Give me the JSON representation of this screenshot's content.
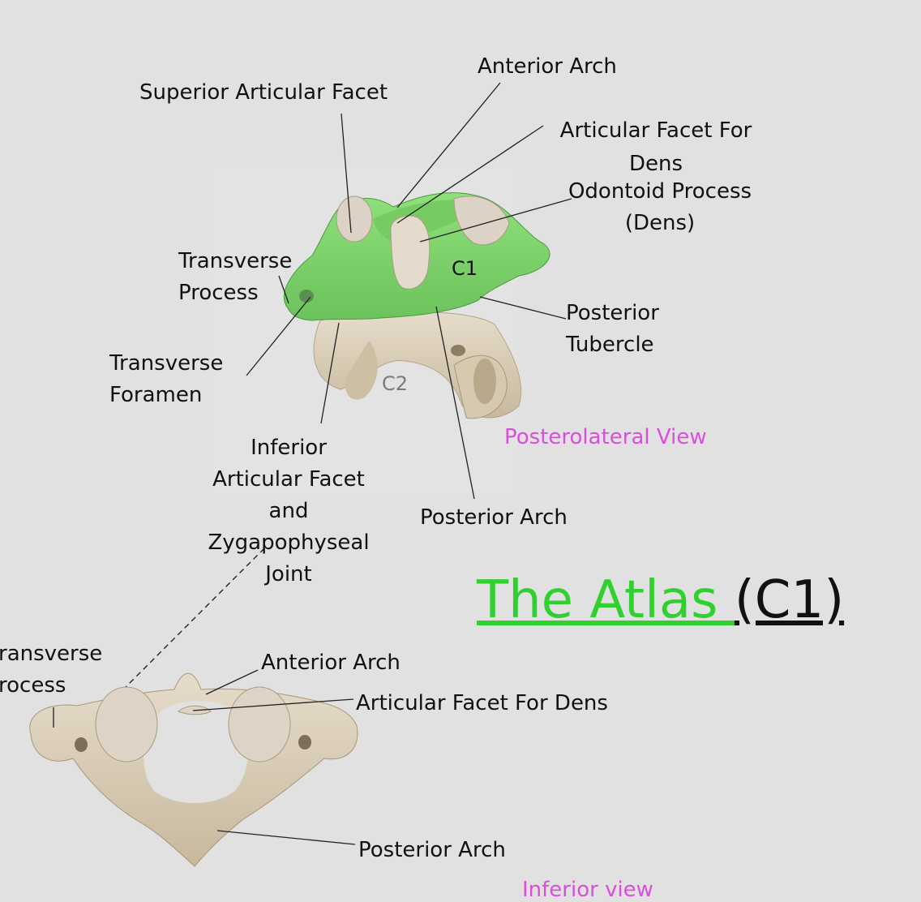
{
  "title": {
    "main": "The Atlas ",
    "suffix": "(C1)"
  },
  "top_view": {
    "caption": "Posterolateral View",
    "vertebra_labels": {
      "c1": "C1",
      "c2": "C2"
    },
    "labels": {
      "superior_articular_facet": "Superior Articular Facet",
      "anterior_arch": "Anterior Arch",
      "articular_facet_for_dens": [
        "Articular Facet For",
        "Dens"
      ],
      "odontoid_process": [
        "Odontoid Process",
        "(Dens)"
      ],
      "transverse_process": [
        "Transverse",
        "Process"
      ],
      "transverse_foramen": [
        "Transverse",
        "Foramen"
      ],
      "posterior_tubercle": [
        "Posterior",
        "Tubercle"
      ],
      "inferior_articular_facet": [
        "Inferior",
        "Articular Facet",
        "and",
        "Zygapophyseal",
        "Joint"
      ],
      "posterior_arch": "Posterior Arch"
    }
  },
  "bottom_view": {
    "caption": "Inferior view",
    "labels": {
      "transverse_process": [
        "ransverse",
        "rocess"
      ],
      "anterior_arch": "Anterior Arch",
      "articular_facet_for_dens": "Articular Facet For Dens",
      "posterior_arch": "Posterior Arch"
    }
  },
  "colors": {
    "highlight_green": "#7bd46a",
    "title_green": "#2fd02f",
    "caption_magenta": "#d94fd9",
    "bone": "#d8cdb8",
    "background": "#e1e1e1"
  }
}
